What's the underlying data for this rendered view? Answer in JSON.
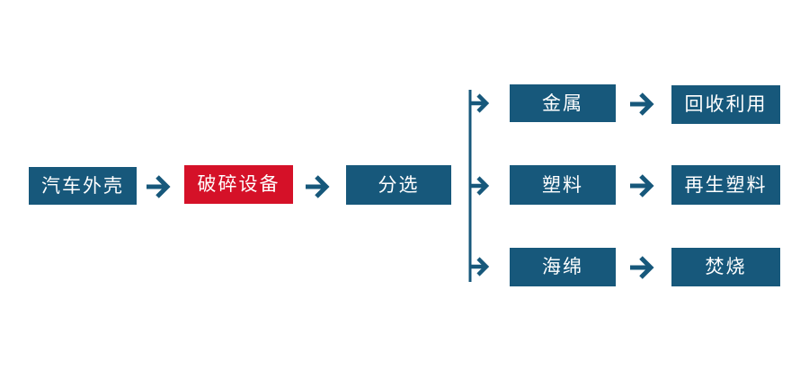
{
  "diagram": {
    "type": "flowchart",
    "colors": {
      "node_blue": "#17587B",
      "node_highlight_red": "#D51128",
      "arrow_blue": "#17587B",
      "text": "#FFFFFF",
      "background": "#FFFFFF"
    },
    "main_nodes": [
      {
        "label": "汽车外壳",
        "variant": "blue"
      },
      {
        "label": "破碎设备",
        "variant": "red"
      },
      {
        "label": "分选",
        "variant": "blue"
      }
    ],
    "branch_rows": [
      {
        "material": "金属",
        "disposal": "回收利用"
      },
      {
        "material": "塑料",
        "disposal": "再生塑料"
      },
      {
        "material": "海绵",
        "disposal": "焚烧"
      }
    ]
  }
}
